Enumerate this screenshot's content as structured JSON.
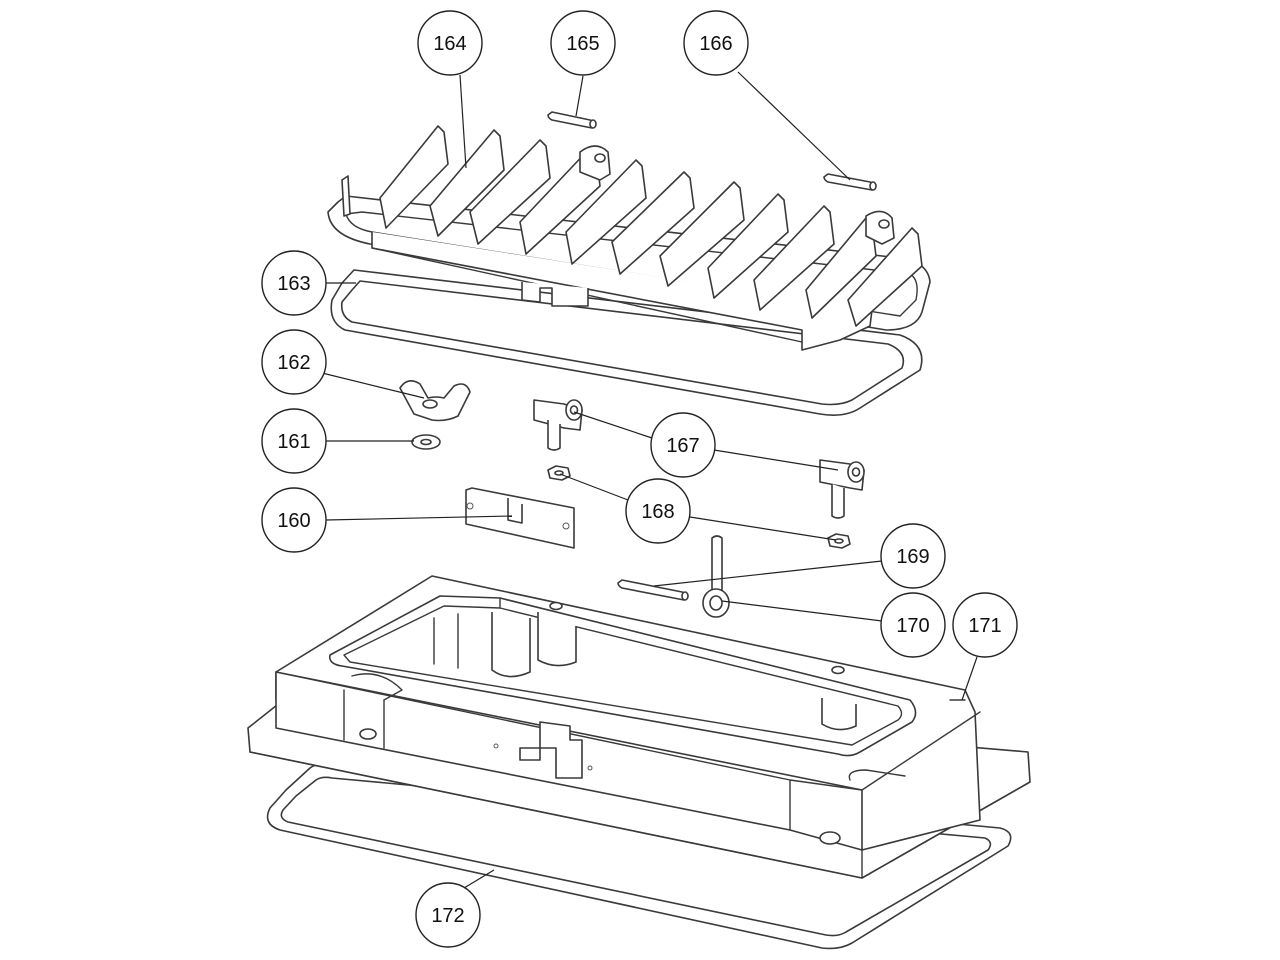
{
  "callouts": [
    {
      "label": "160"
    },
    {
      "label": "161"
    },
    {
      "label": "162"
    },
    {
      "label": "163"
    },
    {
      "label": "164"
    },
    {
      "label": "165"
    },
    {
      "label": "166"
    },
    {
      "label": "167"
    },
    {
      "label": "168"
    },
    {
      "label": "169"
    },
    {
      "label": "170"
    },
    {
      "label": "171"
    },
    {
      "label": "172"
    }
  ]
}
